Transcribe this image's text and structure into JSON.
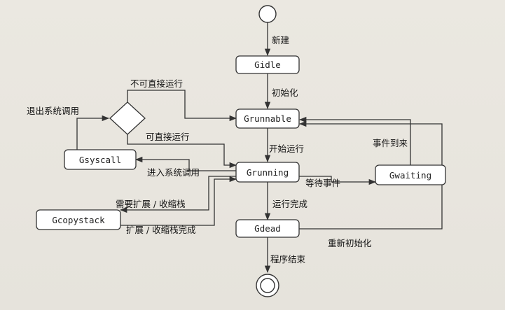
{
  "states": {
    "gidle": "Gidle",
    "grunnable": "Grunnable",
    "grunning": "Grunning",
    "gsyscall": "Gsyscall",
    "gwaiting": "Gwaiting",
    "gdead": "Gdead",
    "gcopystack": "Gcopystack"
  },
  "transitions": {
    "create": "新建",
    "init": "初始化",
    "cannot_run_directly": "不可直接运行",
    "exit_syscall": "退出系统调用",
    "can_run_directly": "可直接运行",
    "start_run": "开始运行",
    "event_arrives": "事件到来",
    "enter_syscall": "进入系统调用",
    "wait_event": "等待事件",
    "need_expand": "需要扩展 / 收缩栈",
    "expand_done": "扩展 / 收缩栈完成",
    "run_complete": "运行完成",
    "reinit": "重新初始化",
    "program_end": "程序结束"
  },
  "colors": {
    "stroke": "#333333",
    "box_fill": "#ffffff"
  }
}
